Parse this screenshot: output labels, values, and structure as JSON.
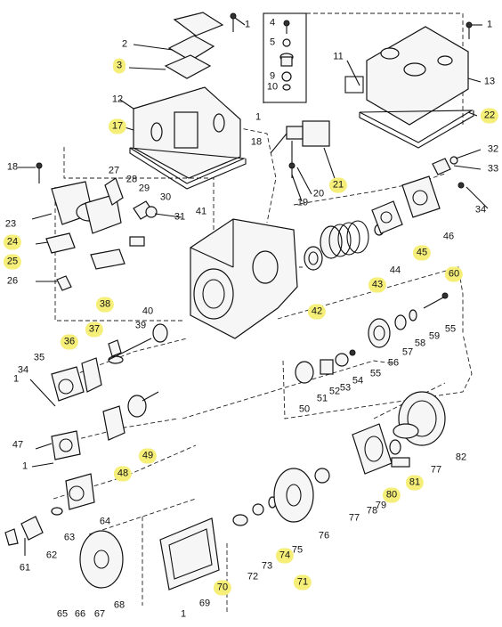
{
  "callouts": {
    "c1": "1",
    "c2": "2",
    "c3": "3",
    "c11": "11",
    "c12": "12",
    "c13": "13",
    "c17": "17",
    "c18": "18",
    "c19": "19",
    "c20": "20",
    "c21": "21",
    "c22": "22",
    "c23": "23",
    "c24": "24",
    "c25": "25",
    "c26": "26",
    "c27": "27",
    "c28": "28",
    "c29": "29",
    "c30": "30",
    "c31": "31",
    "c32": "32",
    "c33": "33",
    "c34": "34",
    "c35": "35",
    "c36": "36",
    "c37": "37",
    "c38": "38",
    "c39": "39",
    "c40": "40",
    "c41": "41",
    "c42": "42",
    "c43": "43",
    "c44": "44",
    "c45": "45",
    "c46": "46",
    "c47": "47",
    "c48": "48",
    "c49": "49",
    "c50": "50",
    "c51": "51",
    "c52": "52",
    "c53": "53",
    "c54": "54",
    "c55": "55",
    "c56": "56",
    "c57": "57",
    "c58": "58",
    "c59": "59",
    "c60": "60",
    "c61": "61",
    "c62": "62",
    "c63": "63",
    "c64": "64",
    "c65": "65",
    "c66": "66",
    "c67": "67",
    "c68": "68",
    "c69": "69",
    "c70": "70",
    "c71": "71",
    "c72": "72",
    "c73": "73",
    "c74": "74",
    "c75": "75",
    "c76": "76",
    "c77": "77",
    "c78": "78",
    "c79": "79",
    "c80": "80",
    "c81": "81",
    "c82": "82",
    "inset_4": "4",
    "inset_5": "5",
    "inset_9": "9",
    "inset_10": "10"
  },
  "highlighted_callouts": [
    "3",
    "17",
    "21",
    "22",
    "24",
    "25",
    "36",
    "37",
    "38",
    "42",
    "43",
    "45",
    "48",
    "49",
    "60",
    "70",
    "71",
    "74",
    "80",
    "81"
  ],
  "highlight_color": "#f5ef79",
  "line_color": "#111111"
}
